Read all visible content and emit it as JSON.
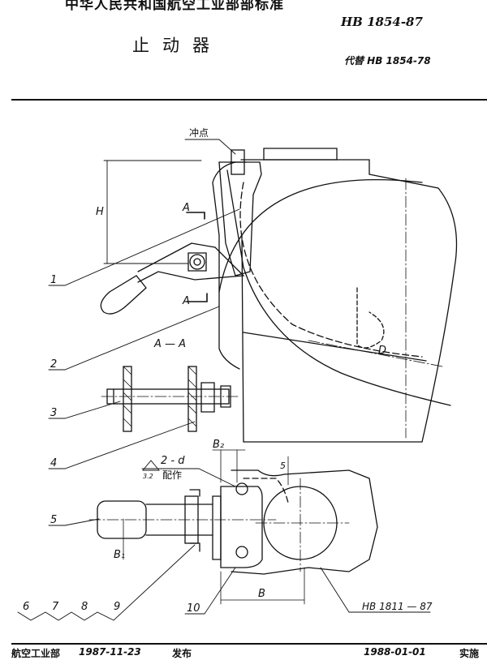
{
  "header": {
    "org_title": "中华人民共和国航空工业部部标准",
    "std_no": "HB 1854-87",
    "doc_title": "止动器",
    "replaces": "代替 HB 1854-78"
  },
  "drawing": {
    "punch_label": "冲点",
    "dim_h": "H",
    "section_a_top": "A",
    "section_a_bottom": "A",
    "section_view": "A — A",
    "dim_d": "D",
    "dim_b2": "B₂",
    "dim_5": "5",
    "hole_note": "2 - d",
    "roughness": "3.2",
    "match_drill": "配作",
    "dim_b1": "B₁",
    "dim_b": "B",
    "ref_std": "HB 1811 — 87",
    "callouts": [
      "1",
      "2",
      "3",
      "4",
      "5",
      "6",
      "7",
      "8",
      "9",
      "10"
    ]
  },
  "footer": {
    "issuer": "航空工业部",
    "issue_date": "1987-11-23",
    "issue_label": "发布",
    "effective_date": "1988-01-01",
    "effective_label": "实施"
  }
}
